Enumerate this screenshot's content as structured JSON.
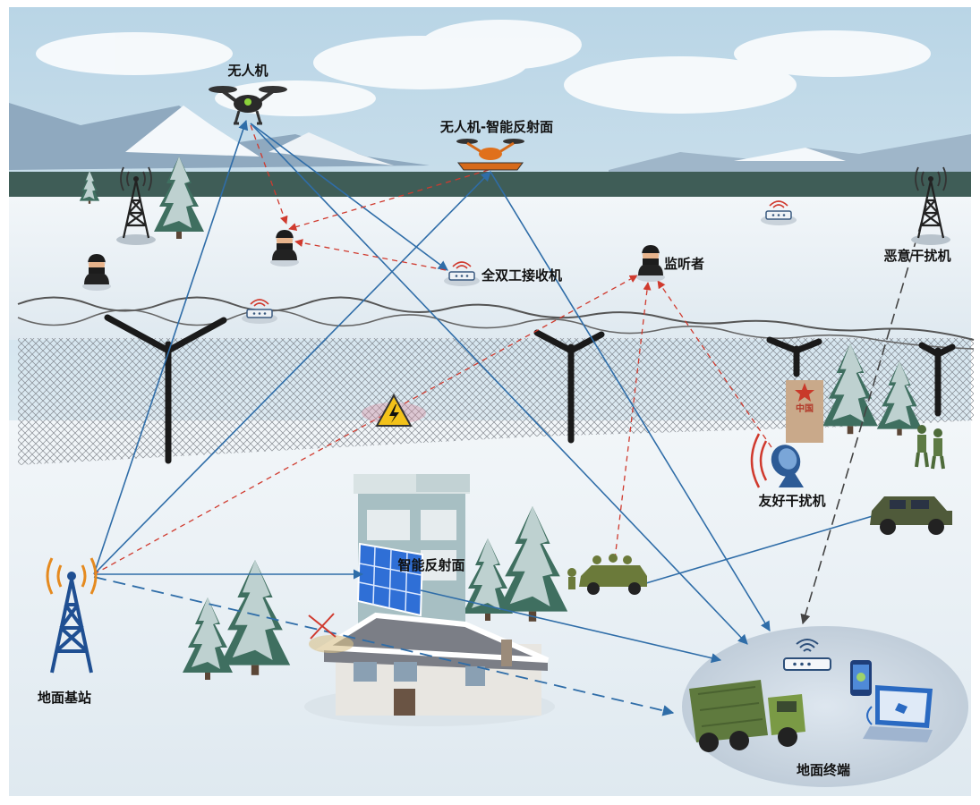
{
  "labels": {
    "uav": "无人机",
    "uav_ris": "无人机-智能反射面",
    "full_duplex_receiver": "全双工接收机",
    "eavesdropper": "监听者",
    "malicious_jammer": "恶意干扰机",
    "friendly_jammer": "友好干扰机",
    "ris": "智能反射面",
    "ground_base_station": "地面基站",
    "ground_terminal": "地面终端"
  },
  "sign_text": "中国",
  "colors": {
    "signal_link": "#2f6da8",
    "eavesdrop_link": "#d03a2e",
    "jamming_link": "#444444",
    "blocked_mark": "#d03a2e",
    "sky": "#cfe2ee",
    "snow": "#eef4f8"
  },
  "icons": [
    "drone-icon",
    "uav-ris-icon",
    "hacker-icon",
    "router-icon",
    "radio-tower-icon",
    "warning-icon",
    "satellite-dish-icon",
    "soldier-icon",
    "military-vehicle-icon",
    "truck-icon",
    "phone-icon",
    "laptop-icon",
    "building-icon",
    "house-icon",
    "tree-icon"
  ]
}
